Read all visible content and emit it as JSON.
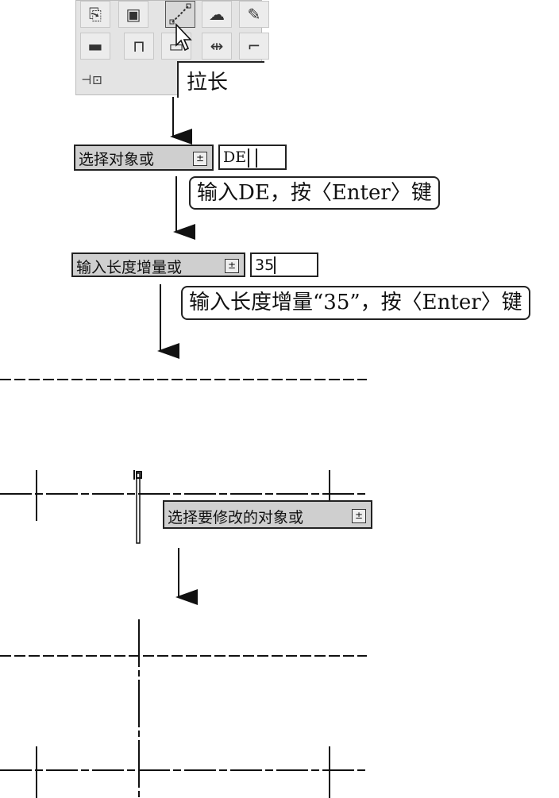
{
  "toolbar": {
    "tooltip": "拉长",
    "icons": [
      "match-properties-icon",
      "copy-layer-icon",
      "lengthen-icon",
      "revision-cloud-icon",
      "freehand-icon",
      "align-icon",
      "break-icon",
      "break-at-point-icon",
      "join-icon",
      "chamfer-icon",
      "pin-icon"
    ]
  },
  "step1": {
    "prompt": "选择对象或",
    "input": "DE",
    "callout": "输入DE，按〈Enter〉键"
  },
  "step2": {
    "prompt": "输入长度增量或",
    "input": "35",
    "callout": "输入长度增量“35”，按〈Enter〉键"
  },
  "step3": {
    "prompt": "选择要修改的对象或"
  },
  "colors": {
    "prompt_bg": "#cfcfcf",
    "line": "#222222"
  }
}
